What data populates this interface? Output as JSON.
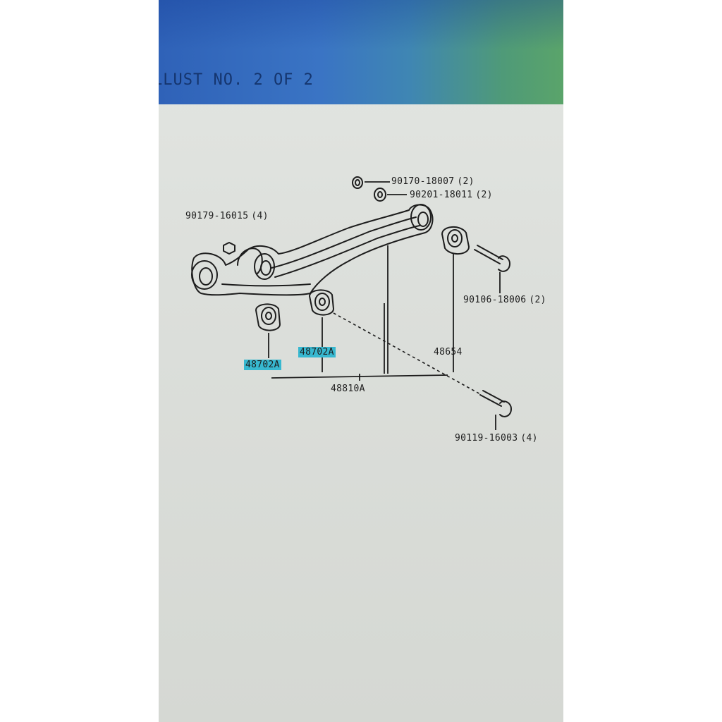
{
  "header": {
    "illust_label": "LLUST NO. 2 OF 2"
  },
  "parts": {
    "p1": {
      "number": "90170-18007",
      "qty": "(2)"
    },
    "p2": {
      "number": "90201-18011",
      "qty": "(2)"
    },
    "p3": {
      "number": "90179-16015",
      "qty": "(4)"
    },
    "p4": {
      "number": "90106-18006",
      "qty": "(2)"
    },
    "p5": {
      "number": "48702A",
      "qty": ""
    },
    "p6": {
      "number": "48702A",
      "qty": ""
    },
    "p7": {
      "number": "48654",
      "qty": ""
    },
    "p8": {
      "number": "48810A",
      "qty": ""
    },
    "p9": {
      "number": "90119-16003",
      "qty": "(4)"
    }
  },
  "colors": {
    "highlight": "#37b8d0",
    "line": "#1d1d1d",
    "screen_bg": "#dcdfdb",
    "title_blue": "#2f62b8",
    "title_green": "#5aa46a"
  }
}
